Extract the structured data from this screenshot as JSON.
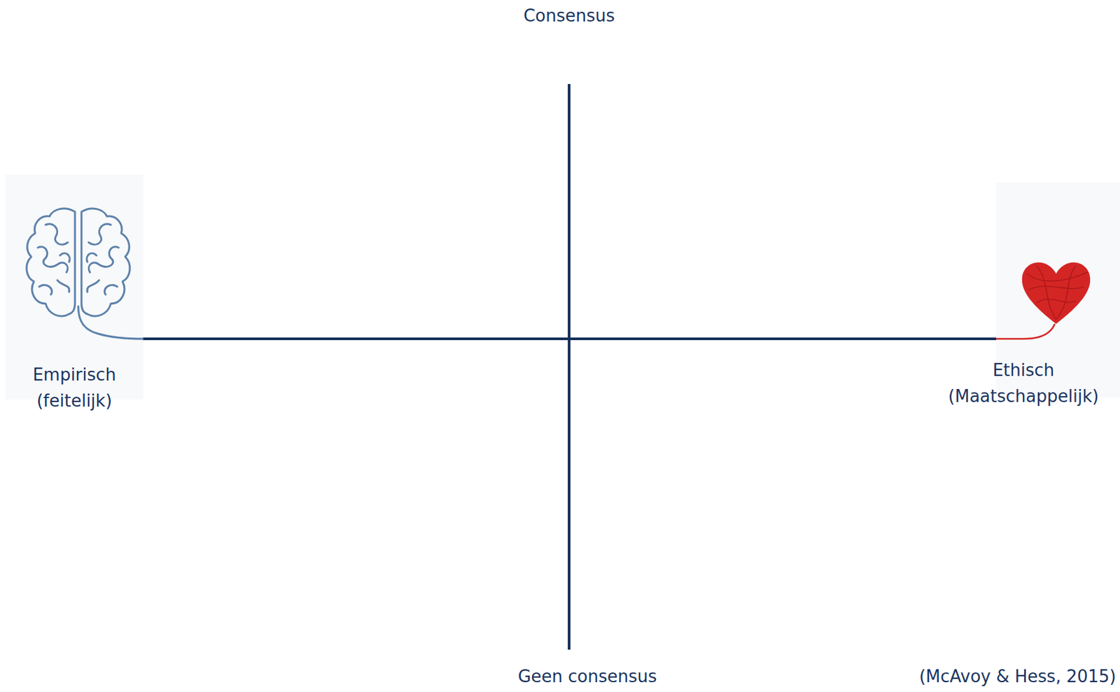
{
  "diagram": {
    "labels": [
      "Consensus",
      "Empirisch (feitelijk)",
      "Ethisch (Maatschappelijk)",
      "Geen consensus",
      "(McAvoy & Hess, 2015)"
    ]
  }
}
